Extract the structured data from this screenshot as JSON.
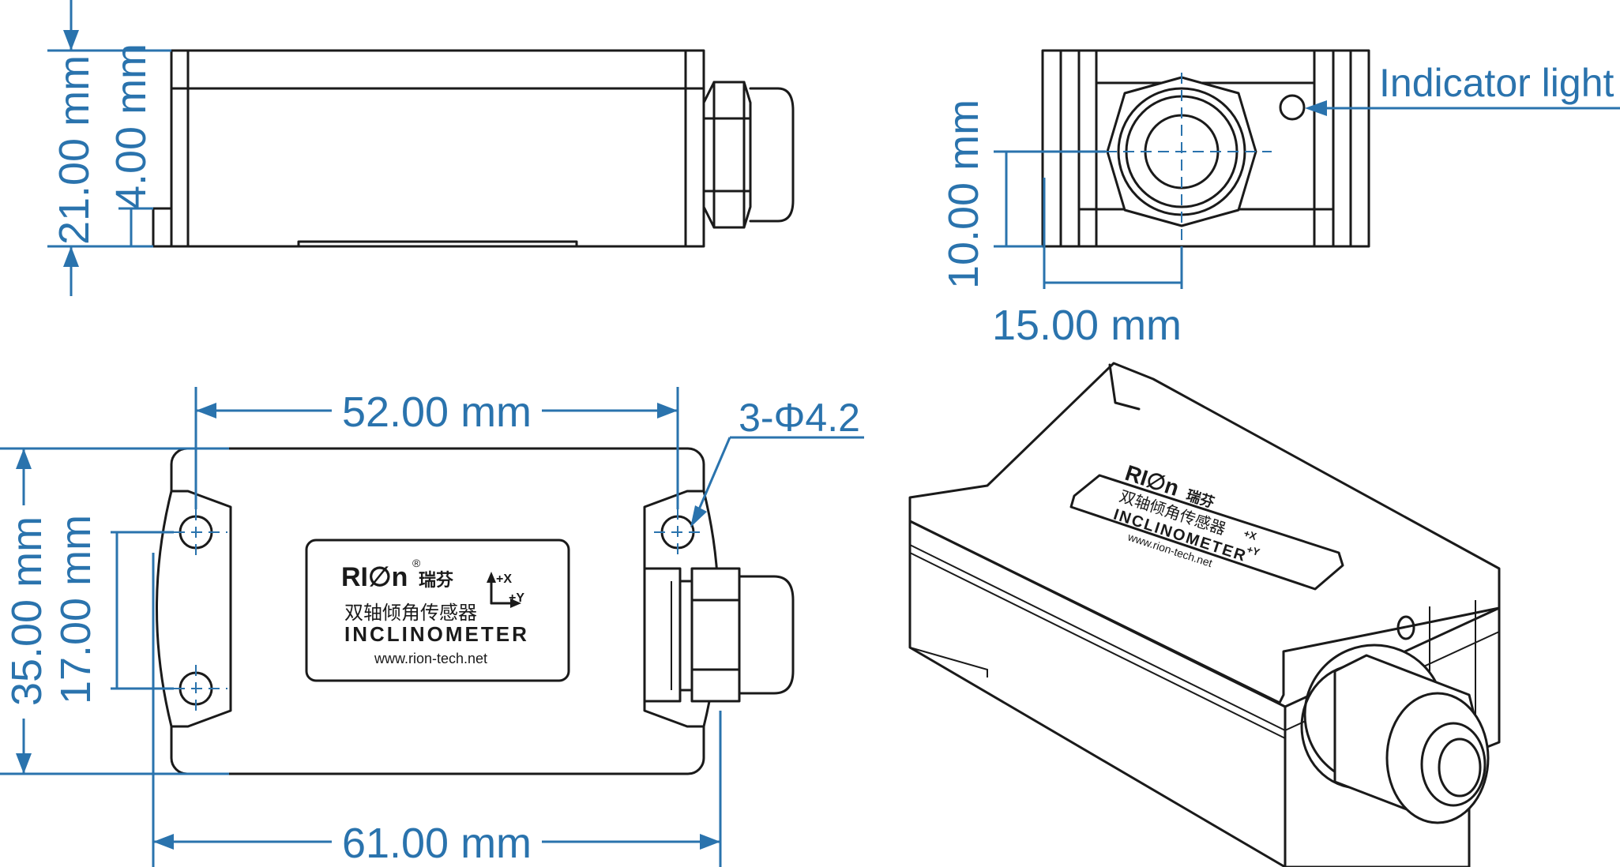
{
  "dimensions": {
    "overall_height": "21.00 mm",
    "foot_height": "4.00 mm",
    "center_height": "10.00 mm",
    "center_offset": "15.00 mm",
    "hole_spacing_x": "52.00 mm",
    "hole_spacing_y": "17.00 mm",
    "overall_width": "35.00 mm",
    "overall_length": "61.00 mm"
  },
  "callouts": {
    "indicator": "Indicator light",
    "holes": "3-Φ4.2"
  },
  "label_plate": {
    "brand": "RI∅n",
    "brand_cn": "瑞芬",
    "product_cn": "双轴倾角传感器",
    "product_en": "INCLINOMETER",
    "url": "www.rion-tech.net",
    "axis_x": "+X",
    "axis_y": "+Y",
    "registered": "®"
  },
  "colors": {
    "dimension": "#2a73ad",
    "outline": "#1a1a1a"
  }
}
